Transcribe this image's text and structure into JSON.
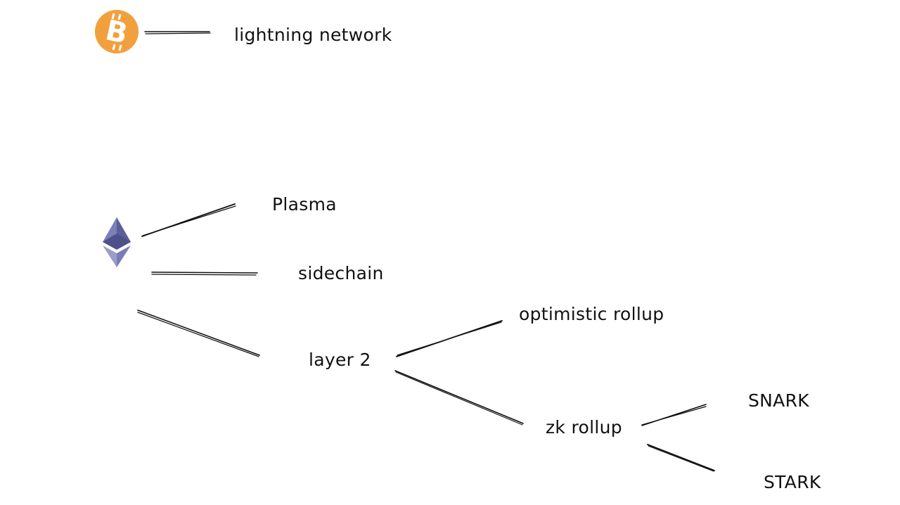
{
  "diagram": {
    "type": "tree",
    "roots": [
      {
        "id": "bitcoin",
        "icon": "bitcoin-icon",
        "color": "#F2A03D",
        "children": [
          {
            "id": "lightning",
            "label": "lightning network"
          }
        ]
      },
      {
        "id": "ethereum",
        "icon": "ethereum-icon",
        "color": "#6B6FA8",
        "children": [
          {
            "id": "plasma",
            "label": "Plasma"
          },
          {
            "id": "sidechain",
            "label": "sidechain"
          },
          {
            "id": "layer2",
            "label": "layer 2",
            "children": [
              {
                "id": "optimistic",
                "label": "optimistic rollup"
              },
              {
                "id": "zk",
                "label": "zk rollup",
                "children": [
                  {
                    "id": "snark",
                    "label": "SNARK"
                  },
                  {
                    "id": "stark",
                    "label": "STARK"
                  }
                ]
              }
            ]
          }
        ]
      }
    ],
    "labels": {
      "lightning": "lightning network",
      "plasma": "Plasma",
      "sidechain": "sidechain",
      "layer2": "layer 2",
      "optimistic": "optimistic rollup",
      "zk": "zk rollup",
      "snark": "SNARK",
      "stark": "STARK"
    },
    "colors": {
      "bitcoin": "#F2A03D",
      "ethereum_top": "#6B6FA8",
      "ethereum_bottom": "#8A8DC0",
      "line": "#111111"
    }
  }
}
